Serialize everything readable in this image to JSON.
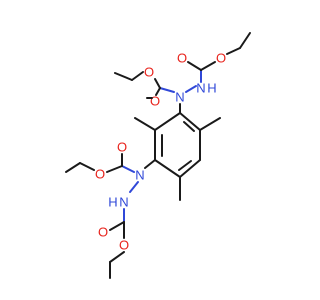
{
  "molecule": {
    "atom_labels": {
      "oxygen": "O",
      "nitrogen": "N",
      "hydrogen": "H"
    },
    "colors": {
      "bond": "#1a1a1a",
      "oxygen": "#e8231c",
      "nitrogen": "#3048d8",
      "background": "#ffffff"
    }
  }
}
